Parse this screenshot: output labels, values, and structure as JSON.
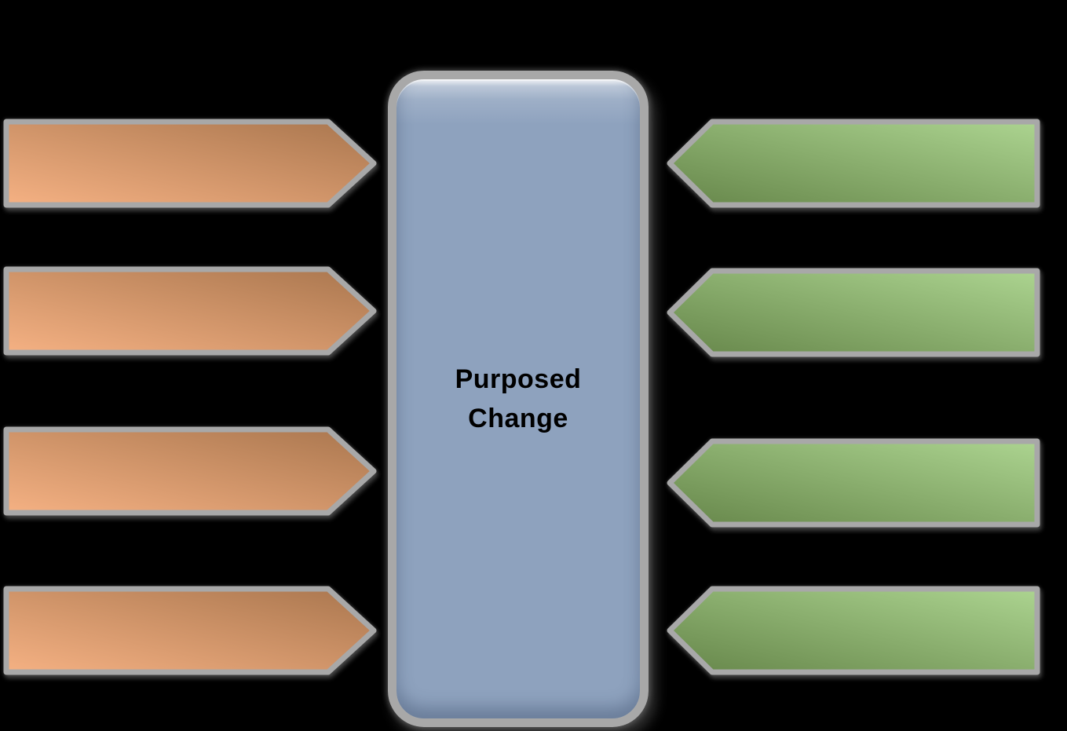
{
  "background_color": "#000000",
  "center_box": {
    "title": "Purposed Change",
    "title_line1": "Purposed",
    "title_line2": "Change",
    "fill_color": "#8EA2BE",
    "border_color": "#A8A8A8",
    "text_color": "#000000"
  },
  "left_arrows": {
    "side": "left",
    "direction": "pointing-right",
    "count": 4,
    "gradient_light": "#F5B183",
    "gradient_dark": "#A9764E",
    "border_color": "#A8A8A8",
    "items": [
      {
        "label": ""
      },
      {
        "label": ""
      },
      {
        "label": ""
      },
      {
        "label": ""
      }
    ]
  },
  "right_arrows": {
    "side": "right",
    "direction": "pointing-left",
    "count": 4,
    "gradient_dark": "#66864A",
    "gradient_light": "#ACD490",
    "border_color": "#A8A8A8",
    "items": [
      {
        "label": ""
      },
      {
        "label": ""
      },
      {
        "label": ""
      },
      {
        "label": ""
      }
    ]
  }
}
